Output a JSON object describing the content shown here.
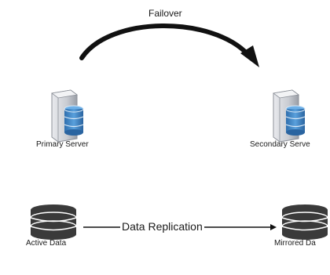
{
  "diagram": {
    "failover_label": "Failover",
    "primary_server_label": "Primary Server",
    "secondary_server_label": "Secondary Serve",
    "replication_label": "Data Replication",
    "active_data_label": "Active Data",
    "mirrored_data_label": "Mirrored Da"
  },
  "icons": {
    "server": "server-tower-with-database-icon",
    "database": "database-stack-icon",
    "arrow": "curved-arrow-icon"
  },
  "colors": {
    "server_body": "#c9ccd2",
    "server_db": "#3d86c6",
    "db_dark": "#3a3a3a",
    "arrow": "#111111"
  }
}
